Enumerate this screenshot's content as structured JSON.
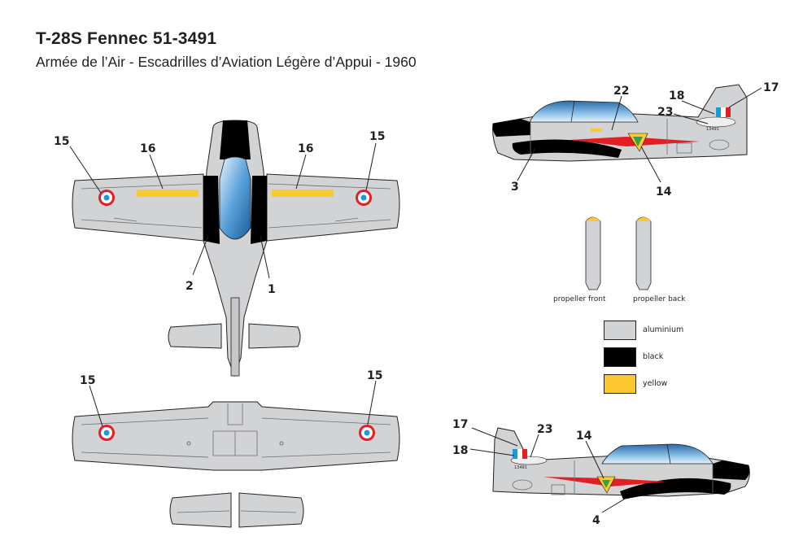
{
  "header": {
    "title": "T-28S Fennec 51-3491",
    "subtitle": "Armée de l’Air - Escadrilles d’Aviation Légère d’Appui - 1960"
  },
  "callouts": {
    "wing_left_roundel": "15",
    "wing_left_stripe": "16",
    "wing_right_stripe": "16",
    "wing_right_roundel": "15",
    "walkway_left": "2",
    "walkway_right": "1",
    "lower_left_roundel": "15",
    "lower_right_roundel": "15",
    "side_r_top_emblem": "22",
    "side_r_tail_serial": "18",
    "side_r_tail_flag": "17",
    "side_r_tail_small": "23",
    "side_r_anti_glare": "3",
    "side_r_insignia": "14",
    "side_l_tail_flag": "17",
    "side_l_tail_serial": "18",
    "side_l_tail_small": "23",
    "side_l_insignia": "14",
    "side_l_anti_glare": "4"
  },
  "propellers": {
    "front_label": "propeller front",
    "back_label": "propeller back"
  },
  "legend": [
    {
      "label": "aluminium",
      "color": "#d1d3d4"
    },
    {
      "label": "black",
      "color": "#000000"
    },
    {
      "label": "yellow",
      "color": "#fdc82f"
    }
  ],
  "colors": {
    "aluminium": "#d1d3d4",
    "black": "#000000",
    "yellow": "#fdc82f",
    "roundel_red": "#e31e24",
    "roundel_blue": "#1c9ad6",
    "canopy_blue": "#3d8fd1"
  },
  "tail_text": {
    "serial_small": "13491 "
  }
}
